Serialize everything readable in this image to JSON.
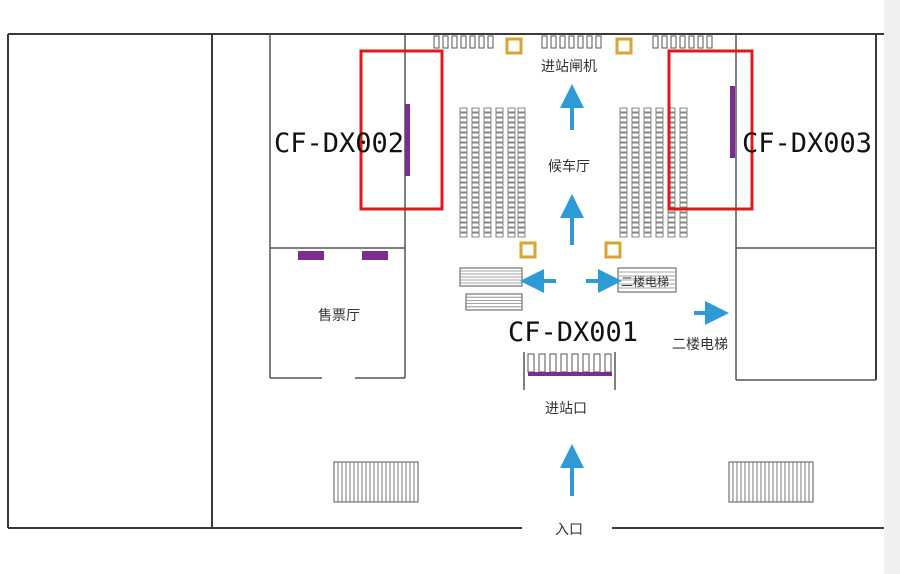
{
  "labels": {
    "zone_left": "CF-DX002",
    "zone_right": "CF-DX003",
    "zone_center": "CF-DX001",
    "gates": "进站闸机",
    "waiting_hall": "候车厅",
    "ticket_hall": "售票厅",
    "escalator_inner": "二楼电梯",
    "escalator_outer": "二楼电梯",
    "station_entrance": "进站口",
    "main_entrance": "入口"
  },
  "colors": {
    "wall": "#3a3a3a",
    "arrow": "#2e9bd6",
    "highlight": "#e01818",
    "device": "#7a2c8f",
    "pillar": "#d9a530"
  }
}
